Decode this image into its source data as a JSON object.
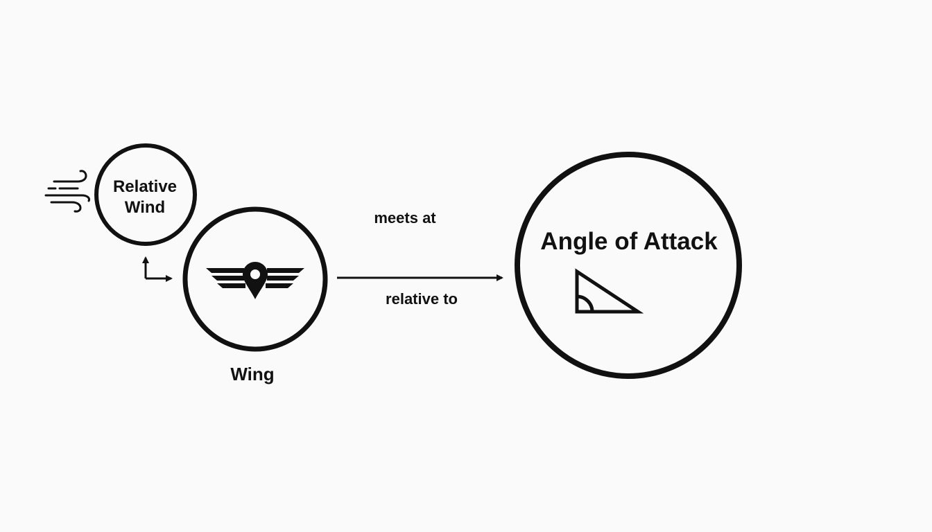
{
  "diagram": {
    "nodes": {
      "relative_wind": {
        "line1": "Relative",
        "line2": "Wind",
        "icon": "wind-icon"
      },
      "wing": {
        "label": "Wing",
        "icon": "wing-icon"
      },
      "angle_of_attack": {
        "label": "Angle of Attack",
        "icon": "angle-icon"
      }
    },
    "edges": {
      "wind_to_wing": {
        "label": ""
      },
      "wing_to_aoa": {
        "label_above": "meets at",
        "label_below": "relative to"
      }
    }
  },
  "colors": {
    "background": "#fafafa",
    "stroke": "#111111"
  }
}
